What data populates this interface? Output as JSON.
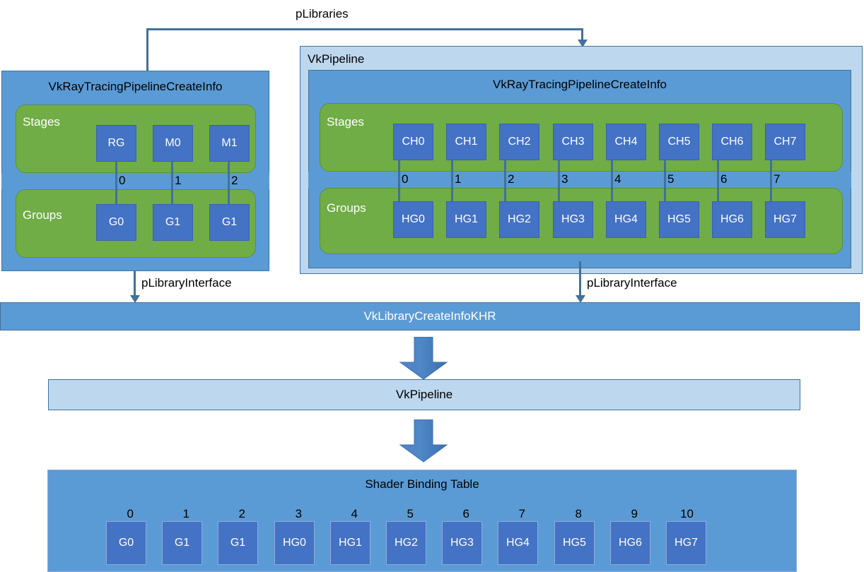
{
  "diagram": {
    "title_top_arrow": "pLibraries",
    "left_create_info": {
      "title": "VkRayTracingPipelineCreateInfo",
      "stages_label": "Stages",
      "groups_label": "Groups",
      "stages": [
        "RG",
        "M0",
        "M1"
      ],
      "groups": [
        "G0",
        "G1",
        "G1"
      ],
      "indices": [
        "0",
        "1",
        "2"
      ]
    },
    "right_pipeline": {
      "outer_title": "VkPipeline",
      "inner_title": "VkRayTracingPipelineCreateInfo",
      "stages_label": "Stages",
      "groups_label": "Groups",
      "stages": [
        "CH0",
        "CH1",
        "CH2",
        "CH3",
        "CH4",
        "CH5",
        "CH6",
        "CH7"
      ],
      "groups": [
        "HG0",
        "HG1",
        "HG2",
        "HG3",
        "HG4",
        "HG5",
        "HG6",
        "HG7"
      ],
      "indices": [
        "0",
        "1",
        "2",
        "3",
        "4",
        "5",
        "6",
        "7"
      ]
    },
    "library_interface_label_left": "pLibraryInterface",
    "library_interface_label_right": "pLibraryInterface",
    "library_create_info_bar": "VkLibraryCreateInfoKHR",
    "result_pipeline_bar": "VkPipeline",
    "shader_binding_table": {
      "title": "Shader Binding Table",
      "entries": [
        "G0",
        "G1",
        "G1",
        "HG0",
        "HG1",
        "HG2",
        "HG3",
        "HG4",
        "HG5",
        "HG6",
        "HG7"
      ],
      "indices": [
        "0",
        "1",
        "2",
        "3",
        "4",
        "5",
        "6",
        "7",
        "8",
        "9",
        "10"
      ]
    },
    "colors": {
      "container_blue": "#5B9BD5",
      "light_blue": "#BDD7EE",
      "green": "#70AD47",
      "chip_blue": "#4472C4",
      "line_blue": "#41719C"
    }
  }
}
